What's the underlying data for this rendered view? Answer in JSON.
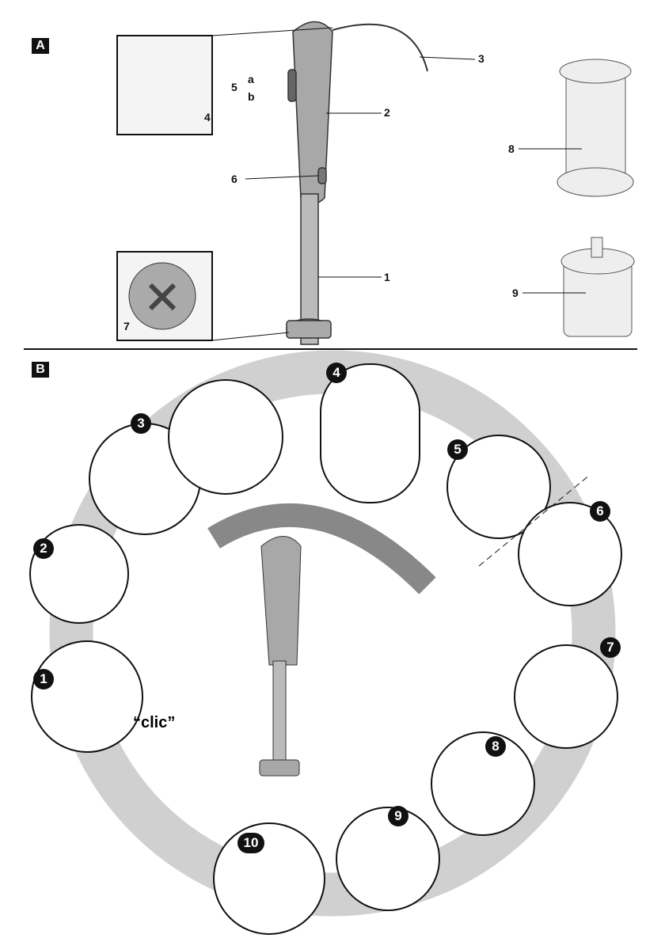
{
  "sections": {
    "a": "A",
    "b": "B"
  },
  "parts": {
    "p1": "1",
    "p2": "2",
    "p3": "3",
    "p4": "4",
    "p5": "5",
    "p5a": "a",
    "p5b": "b",
    "p6": "6",
    "p7": "7",
    "p8": "8",
    "p9": "9"
  },
  "steps": [
    "1",
    "2",
    "3",
    "4",
    "5",
    "6",
    "7",
    "8",
    "9",
    "10"
  ],
  "sound": "“clic”",
  "colors": {
    "ink": "#111111",
    "body": "#9a9a9a",
    "ring": "#cfcfcf"
  }
}
